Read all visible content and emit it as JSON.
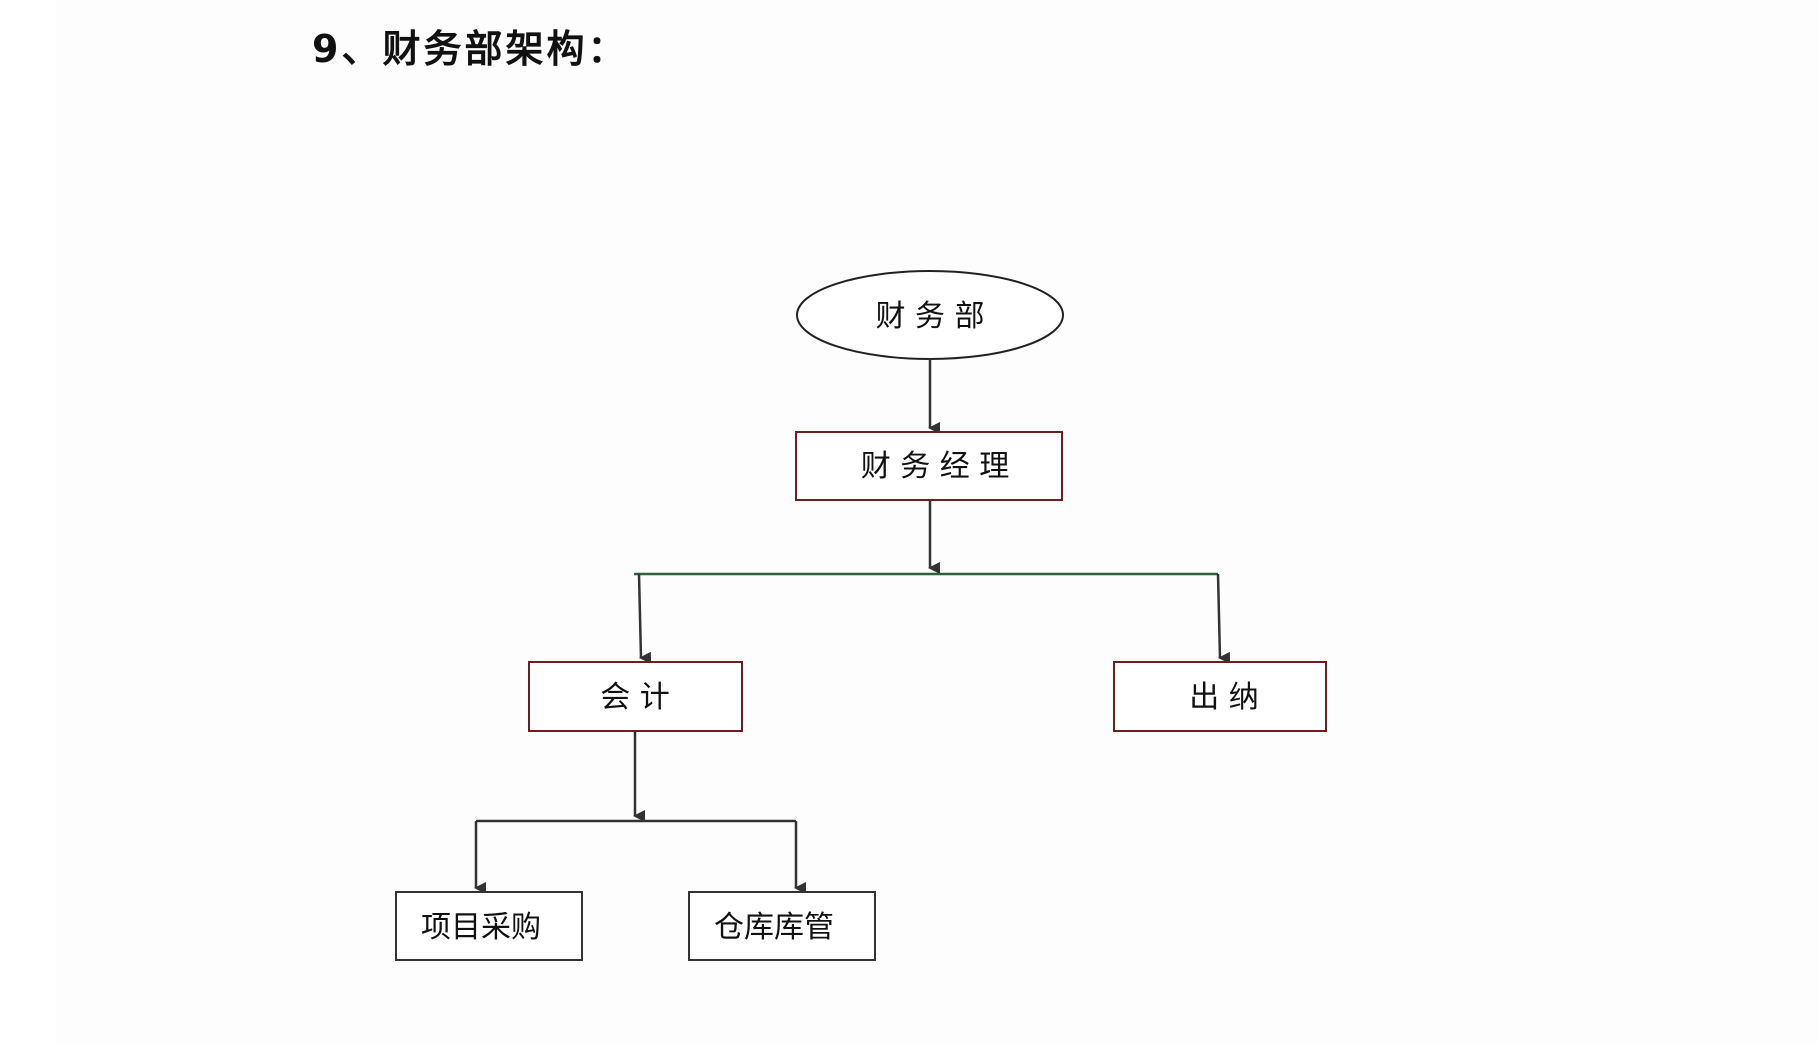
{
  "heading": "9、财务部架构：",
  "org_chart": {
    "root": "财 务 部",
    "manager": "财 务 经 理",
    "accounting": "会   计",
    "cashier": "出    纳",
    "procurement": "项目采购",
    "warehouse": "仓库库管"
  },
  "colors": {
    "box_border": "#6b2020",
    "connector": "#333333",
    "connector_branch": "#2f5f3f",
    "text": "#111111"
  }
}
